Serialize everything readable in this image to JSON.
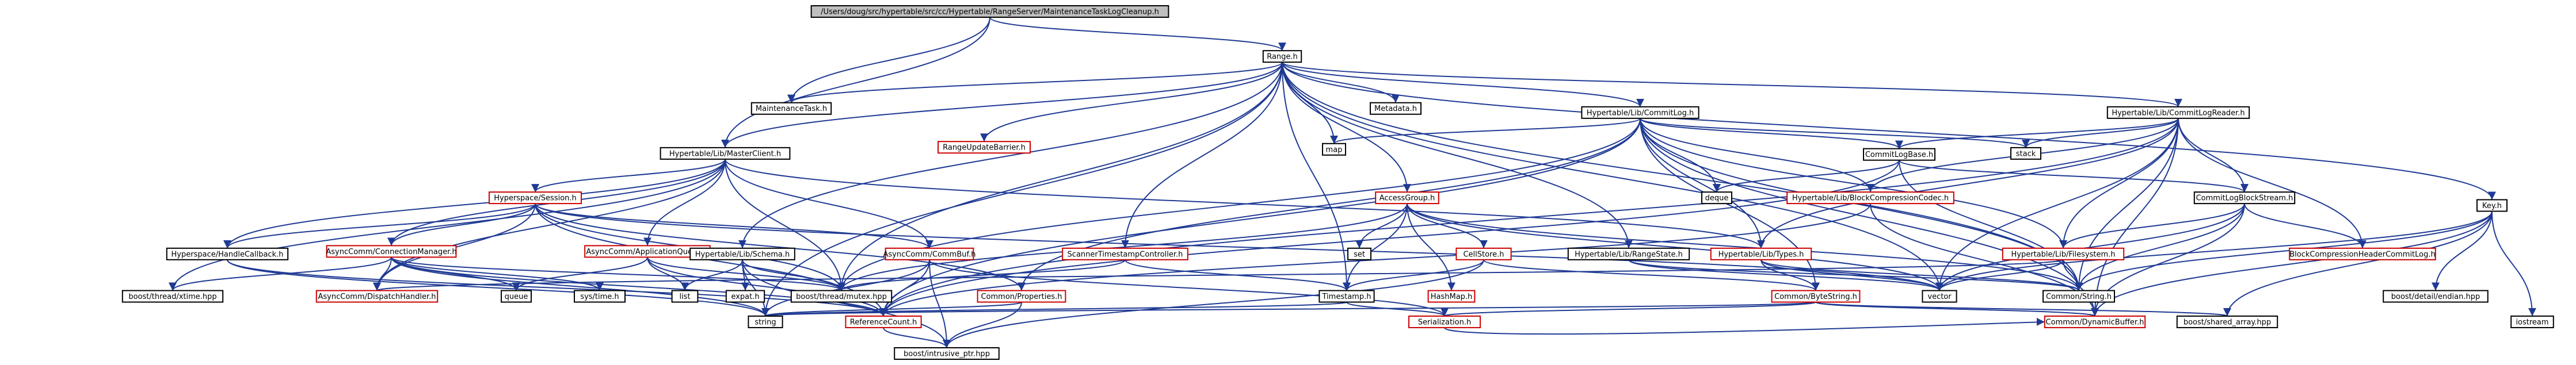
{
  "graph": {
    "colors": {
      "edge": "#1f3a93",
      "root_fill": "#bfbfbf",
      "node_fill": "#ffffff",
      "node_border_black": "#000000",
      "node_border_red": "#cc0000"
    },
    "nodes": [
      {
        "id": "root",
        "label": "/Users/doug/src/hypertable/src/cc/Hypertable/RangeServer/MaintenanceTaskLogCleanup.h",
        "border": "black",
        "root": true
      },
      {
        "id": "range",
        "label": "Range.h",
        "border": "black"
      },
      {
        "id": "maintask",
        "label": "MaintenanceTask.h",
        "border": "black"
      },
      {
        "id": "masterclient",
        "label": "Hypertable/Lib/MasterClient.h",
        "border": "black"
      },
      {
        "id": "rangeupdatebarrier",
        "label": "RangeUpdateBarrier.h",
        "border": "red"
      },
      {
        "id": "map",
        "label": "map",
        "border": "black"
      },
      {
        "id": "metadata",
        "label": "Metadata.h",
        "border": "black"
      },
      {
        "id": "commitlog",
        "label": "Hypertable/Lib/CommitLog.h",
        "border": "black"
      },
      {
        "id": "commitlogreader",
        "label": "Hypertable/Lib/CommitLogReader.h",
        "border": "black"
      },
      {
        "id": "hsession",
        "label": "Hyperspace/Session.h",
        "border": "red"
      },
      {
        "id": "appqueue",
        "label": "AsyncComm/ApplicationQueue.h",
        "border": "red"
      },
      {
        "id": "accessgroup",
        "label": "AccessGroup.h",
        "border": "red"
      },
      {
        "id": "commitlogbase",
        "label": "CommitLogBase.h",
        "border": "black"
      },
      {
        "id": "blockcompcodec",
        "label": "Hypertable/Lib/BlockCompressionCodec.h",
        "border": "red"
      },
      {
        "id": "stack",
        "label": "stack",
        "border": "black"
      },
      {
        "id": "deque",
        "label": "deque",
        "border": "black"
      },
      {
        "id": "commitlogblockstream",
        "label": "CommitLogBlockStream.h",
        "border": "black"
      },
      {
        "id": "key",
        "label": "Key.h",
        "border": "black"
      },
      {
        "id": "hhandlecb",
        "label": "Hyperspace/HandleCallback.h",
        "border": "black"
      },
      {
        "id": "connmgr",
        "label": "AsyncComm/ConnectionManager.h",
        "border": "red"
      },
      {
        "id": "hschema",
        "label": "Hypertable/Lib/Schema.h",
        "border": "black"
      },
      {
        "id": "commbuf",
        "label": "AsyncComm/CommBuf.h",
        "border": "red"
      },
      {
        "id": "scannerts",
        "label": "ScannerTimestampController.h",
        "border": "red"
      },
      {
        "id": "set",
        "label": "set",
        "border": "black"
      },
      {
        "id": "cellstore",
        "label": "CellStore.h",
        "border": "red"
      },
      {
        "id": "rangestate",
        "label": "Hypertable/Lib/RangeState.h",
        "border": "black"
      },
      {
        "id": "types",
        "label": "Hypertable/Lib/Types.h",
        "border": "red"
      },
      {
        "id": "filesystem",
        "label": "Hypertable/Lib/Filesystem.h",
        "border": "red"
      },
      {
        "id": "blockhdrcommitlog",
        "label": "BlockCompressionHeaderCommitLog.h",
        "border": "red"
      },
      {
        "id": "xtime",
        "label": "boost/thread/xtime.hpp",
        "border": "black"
      },
      {
        "id": "dispatchhandler",
        "label": "AsyncComm/DispatchHandler.h",
        "border": "red"
      },
      {
        "id": "queue",
        "label": "queue",
        "border": "black"
      },
      {
        "id": "systime",
        "label": "sys/time.h",
        "border": "black"
      },
      {
        "id": "list",
        "label": "list",
        "border": "black"
      },
      {
        "id": "expat",
        "label": "expat.h",
        "border": "black"
      },
      {
        "id": "mutex",
        "label": "boost/thread/mutex.hpp",
        "border": "black"
      },
      {
        "id": "properties",
        "label": "Common/Properties.h",
        "border": "red"
      },
      {
        "id": "timestamp",
        "label": "Timestamp.h",
        "border": "black"
      },
      {
        "id": "hashmap",
        "label": "HashMap.h",
        "border": "red"
      },
      {
        "id": "bytestring",
        "label": "Common/ByteString.h",
        "border": "red"
      },
      {
        "id": "vector",
        "label": "vector",
        "border": "black"
      },
      {
        "id": "cstring",
        "label": "Common/String.h",
        "border": "black"
      },
      {
        "id": "endian",
        "label": "boost/detail/endian.hpp",
        "border": "black"
      },
      {
        "id": "string",
        "label": "string",
        "border": "black"
      },
      {
        "id": "refcount",
        "label": "ReferenceCount.h",
        "border": "red"
      },
      {
        "id": "serialization",
        "label": "Serialization.h",
        "border": "red"
      },
      {
        "id": "sharedarray",
        "label": "boost/shared_array.hpp",
        "border": "black"
      },
      {
        "id": "dynbuffer",
        "label": "Common/DynamicBuffer.h",
        "border": "red"
      },
      {
        "id": "iostream",
        "label": "iostream",
        "border": "black"
      },
      {
        "id": "intrusive",
        "label": "boost/intrusive_ptr.hpp",
        "border": "black"
      }
    ],
    "edges": [
      [
        "root",
        "range"
      ],
      [
        "root",
        "maintask"
      ],
      [
        "root",
        "masterclient"
      ],
      [
        "range",
        "maintask"
      ],
      [
        "range",
        "masterclient"
      ],
      [
        "range",
        "rangeupdatebarrier"
      ],
      [
        "range",
        "map"
      ],
      [
        "range",
        "metadata"
      ],
      [
        "range",
        "commitlog"
      ],
      [
        "range",
        "commitlogreader"
      ],
      [
        "range",
        "accessgroup"
      ],
      [
        "range",
        "scannerts"
      ],
      [
        "range",
        "hschema"
      ],
      [
        "range",
        "rangestate"
      ],
      [
        "range",
        "timestamp"
      ],
      [
        "range",
        "key"
      ],
      [
        "range",
        "vector"
      ],
      [
        "range",
        "cstring"
      ],
      [
        "range",
        "string"
      ],
      [
        "range",
        "mutex"
      ],
      [
        "masterclient",
        "hsession"
      ],
      [
        "masterclient",
        "appqueue"
      ],
      [
        "masterclient",
        "connmgr"
      ],
      [
        "masterclient",
        "commbuf"
      ],
      [
        "masterclient",
        "types"
      ],
      [
        "masterclient",
        "hhandlecb"
      ],
      [
        "masterclient",
        "mutex"
      ],
      [
        "masterclient",
        "xtime"
      ],
      [
        "masterclient",
        "dispatchhandler"
      ],
      [
        "hsession",
        "hhandlecb"
      ],
      [
        "hsession",
        "connmgr"
      ],
      [
        "hsession",
        "commbuf"
      ],
      [
        "hsession",
        "dispatchhandler"
      ],
      [
        "hsession",
        "mutex"
      ],
      [
        "hsession",
        "properties"
      ],
      [
        "hsession",
        "vector"
      ],
      [
        "hsession",
        "refcount"
      ],
      [
        "appqueue",
        "list"
      ],
      [
        "appqueue",
        "mutex"
      ],
      [
        "appqueue",
        "refcount"
      ],
      [
        "appqueue",
        "queue"
      ],
      [
        "connmgr",
        "dispatchhandler"
      ],
      [
        "connmgr",
        "xtime"
      ],
      [
        "connmgr",
        "queue"
      ],
      [
        "connmgr",
        "systime"
      ],
      [
        "connmgr",
        "refcount"
      ],
      [
        "connmgr",
        "mutex"
      ],
      [
        "connmgr",
        "string"
      ],
      [
        "hhandlecb",
        "refcount"
      ],
      [
        "hhandlecb",
        "string"
      ],
      [
        "hschema",
        "list"
      ],
      [
        "hschema",
        "expat"
      ],
      [
        "hschema",
        "mutex"
      ],
      [
        "hschema",
        "string"
      ],
      [
        "hschema",
        "intrusive"
      ],
      [
        "commbuf",
        "refcount"
      ],
      [
        "commbuf",
        "serialization"
      ],
      [
        "commbuf",
        "string"
      ],
      [
        "commbuf",
        "intrusive"
      ],
      [
        "scannerts",
        "mutex"
      ],
      [
        "scannerts",
        "timestamp"
      ],
      [
        "accessgroup",
        "set"
      ],
      [
        "accessgroup",
        "cellstore"
      ],
      [
        "accessgroup",
        "hashmap"
      ],
      [
        "accessgroup",
        "timestamp"
      ],
      [
        "accessgroup",
        "mutex"
      ],
      [
        "accessgroup",
        "vector"
      ],
      [
        "accessgroup",
        "cstring"
      ],
      [
        "cellstore",
        "timestamp"
      ],
      [
        "cellstore",
        "bytestring"
      ],
      [
        "cellstore",
        "intrusive"
      ],
      [
        "commitlog",
        "commitlogbase"
      ],
      [
        "commitlog",
        "blockcompcodec"
      ],
      [
        "commitlog",
        "filesystem"
      ],
      [
        "commitlog",
        "deque"
      ],
      [
        "commitlog",
        "stack"
      ],
      [
        "commitlog",
        "map"
      ],
      [
        "commitlog",
        "types"
      ],
      [
        "commitlog",
        "properties"
      ],
      [
        "commitlog",
        "mutex"
      ],
      [
        "commitlog",
        "cstring"
      ],
      [
        "commitlog",
        "refcount"
      ],
      [
        "commitlog",
        "bytestring"
      ],
      [
        "commitlog",
        "dynbuffer"
      ],
      [
        "commitlogreader",
        "commitlogbase"
      ],
      [
        "commitlogreader",
        "commitlogblockstream"
      ],
      [
        "commitlogreader",
        "blockcompcodec"
      ],
      [
        "commitlogreader",
        "stack"
      ],
      [
        "commitlogreader",
        "vector"
      ],
      [
        "commitlogreader",
        "filesystem"
      ],
      [
        "commitlogreader",
        "types"
      ],
      [
        "commitlogreader",
        "cstring"
      ],
      [
        "commitlogreader",
        "dynbuffer"
      ],
      [
        "commitlogreader",
        "refcount"
      ],
      [
        "commitlogreader",
        "blockhdrcommitlog"
      ],
      [
        "commitlogbase",
        "commitlogblockstream"
      ],
      [
        "commitlogbase",
        "deque"
      ],
      [
        "commitlogbase",
        "cstring"
      ],
      [
        "commitlogbase",
        "refcount"
      ],
      [
        "commitlogblockstream",
        "blockhdrcommitlog"
      ],
      [
        "commitlogblockstream",
        "filesystem"
      ],
      [
        "commitlogblockstream",
        "cstring"
      ],
      [
        "commitlogblockstream",
        "dynbuffer"
      ],
      [
        "commitlogblockstream",
        "vector"
      ],
      [
        "blockcompcodec",
        "dynbuffer"
      ],
      [
        "blockcompcodec",
        "refcount"
      ],
      [
        "types",
        "bytestring"
      ],
      [
        "types",
        "cstring"
      ],
      [
        "types",
        "vector"
      ],
      [
        "filesystem",
        "dispatchhandler"
      ],
      [
        "filesystem",
        "vector"
      ],
      [
        "filesystem",
        "cstring"
      ],
      [
        "rangestate",
        "cstring"
      ],
      [
        "rangestate",
        "vector"
      ],
      [
        "timestamp",
        "string"
      ],
      [
        "timestamp",
        "serialization"
      ],
      [
        "bytestring",
        "dynbuffer"
      ],
      [
        "bytestring",
        "serialization"
      ],
      [
        "bytestring",
        "sharedarray"
      ],
      [
        "bytestring",
        "string"
      ],
      [
        "properties",
        "string"
      ],
      [
        "properties",
        "intrusive"
      ],
      [
        "key",
        "vector"
      ],
      [
        "key",
        "endian"
      ],
      [
        "key",
        "dynbuffer"
      ],
      [
        "key",
        "sharedarray"
      ],
      [
        "key",
        "iostream"
      ],
      [
        "key",
        "cstring"
      ],
      [
        "refcount",
        "intrusive"
      ],
      [
        "serialization",
        "dynbuffer"
      ]
    ]
  }
}
